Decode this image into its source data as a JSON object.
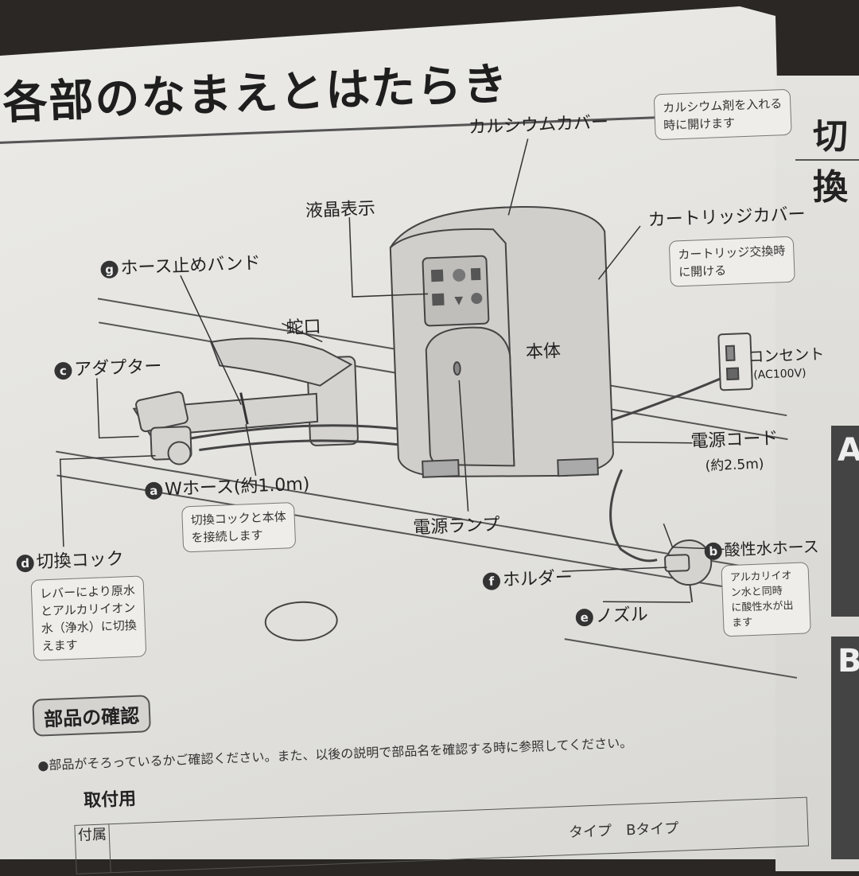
{
  "title": "各部のなまえとはたらき",
  "labels": {
    "calcium_cover": "カルシウムカバー",
    "lcd": "液晶表示",
    "cartridge_cover": "カートリッジカバー",
    "hose_band": "ホース止めバンド",
    "faucet": "蛇口",
    "adapter": "アダプター",
    "body": "本体",
    "outlet": "コンセント",
    "outlet_sub": "(AC100V)",
    "power_cord": "電源コード",
    "power_cord_len": "(約2.5m)",
    "w_hose": "Wホース(約1.0m)",
    "power_lamp": "電源ランプ",
    "switch_cock": "切換コック",
    "holder": "ホルダー",
    "acid_hose": "酸性水ホース",
    "nozzle": "ノズル"
  },
  "markers": {
    "g": "g",
    "c": "c",
    "a": "a",
    "d": "d",
    "f": "f",
    "b": "b",
    "e": "e"
  },
  "notes": {
    "calcium": "カルシウム剤を入れる\n時に開けます",
    "cartridge": "カートリッジ交換時\nに開ける",
    "w_hose": "切換コックと本体\nを接続します",
    "switch_cock": "レバーにより原水\nとアルカリイオン\n水（浄水）に切換\nえます",
    "acid": "アルカリイオン水と同時\nに酸性水が出ます"
  },
  "section": {
    "heading": "部品の確認",
    "bullet": "●部品がそろっているかご確認ください。また、以後の説明で部品名を確認する時に参照してください。",
    "subheading": "取付用",
    "table_cell": "付属",
    "table_type": "タイプ　Bタイプ"
  },
  "right_page": {
    "title": "切換",
    "box_a": "A",
    "box_b": "B"
  },
  "colors": {
    "page": "#e8e7e3",
    "ink": "#2b2b2b",
    "device": "#d2d1cd"
  }
}
